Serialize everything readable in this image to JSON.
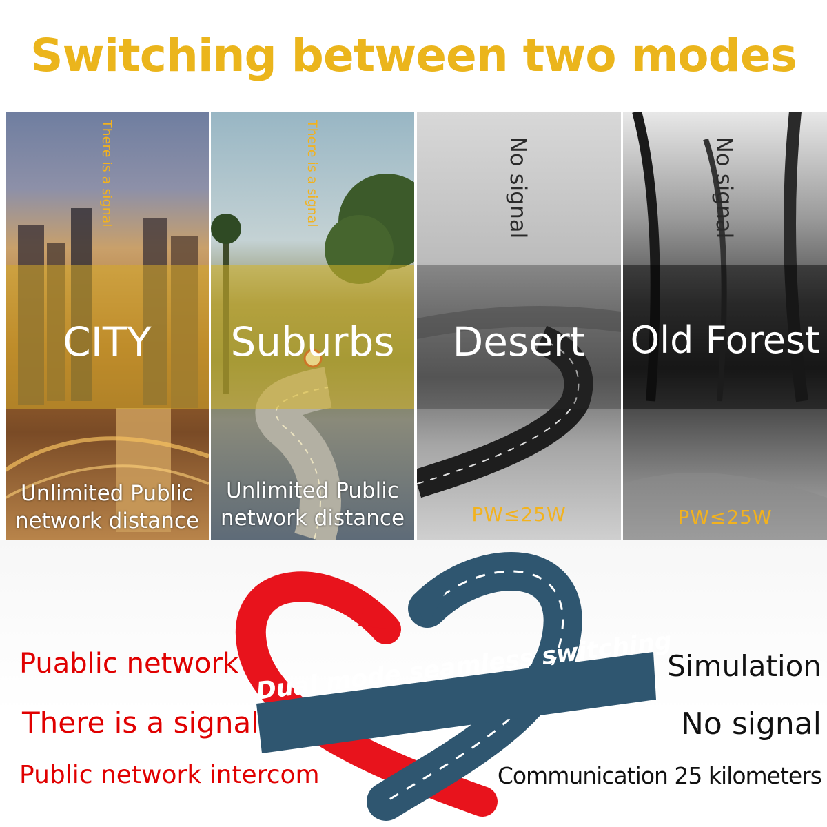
{
  "title": "Switching between two modes",
  "panels": [
    {
      "signal_text": "There is a signal",
      "name": "CITY",
      "distance_line1": "Unlimited Public",
      "distance_line2": "network distance"
    },
    {
      "signal_text": "There is a signal",
      "name": "Suburbs",
      "distance_line1": "Unlimited Public",
      "distance_line2": "network distance"
    },
    {
      "signal_text": "No signal",
      "name": "Desert",
      "power": "PW≤25W"
    },
    {
      "signal_text": "No signal",
      "name": "Old Forest",
      "power": "PW≤25W"
    }
  ],
  "left_mode": {
    "line1": "Puablic network",
    "line2": "There is a signal",
    "line3": "Public network intercom",
    "color": "#e00000"
  },
  "right_mode": {
    "line1": "Simulation",
    "line2": "No signal",
    "line3": "Communication 25 kilometers",
    "color": "#111111"
  },
  "banner": "Dual mode seamless switching",
  "colors": {
    "accent_yellow": "#ebb51c",
    "red_arrow": "#e8131c",
    "road_blue": "#2f5670"
  }
}
